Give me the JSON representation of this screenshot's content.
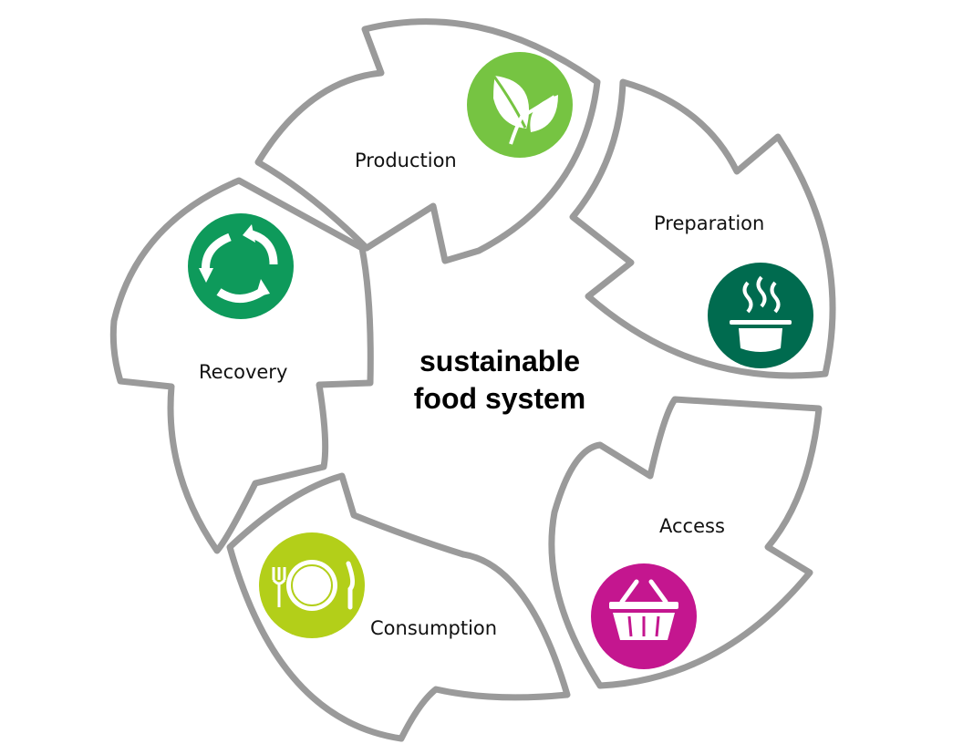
{
  "center": {
    "line1": "sustainable",
    "line2": "food system"
  },
  "segments": [
    {
      "label": "Production",
      "icon": "leaf-icon",
      "color": "#76c442"
    },
    {
      "label": "Preparation",
      "icon": "cooking-pot-icon",
      "color": "#006b4f"
    },
    {
      "label": "Access",
      "icon": "basket-icon",
      "color": "#c4168f"
    },
    {
      "label": "Consumption",
      "icon": "plate-cutlery-icon",
      "color": "#b3cf19"
    },
    {
      "label": "Recovery",
      "icon": "recycle-icon",
      "color": "#0e9a5b"
    }
  ],
  "outline_color": "#9a9a9a"
}
